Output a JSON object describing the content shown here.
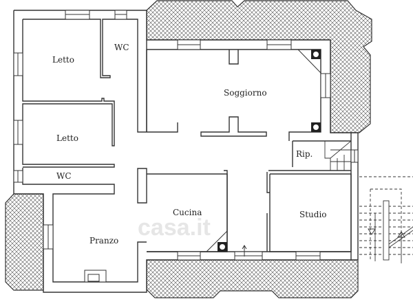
{
  "rooms": {
    "letto_1": "Letto",
    "wc_1": "WC",
    "letto_2": "Letto",
    "wc_2": "WC",
    "soggiorno": "Soggiorno",
    "rip": "Rip.",
    "cucina": "Cucina",
    "studio": "Studio",
    "pranzo": "Pranzo"
  },
  "watermark": "casa.it",
  "colors": {
    "wall": "#333333",
    "hatch": "#555555",
    "background": "#ffffff"
  }
}
